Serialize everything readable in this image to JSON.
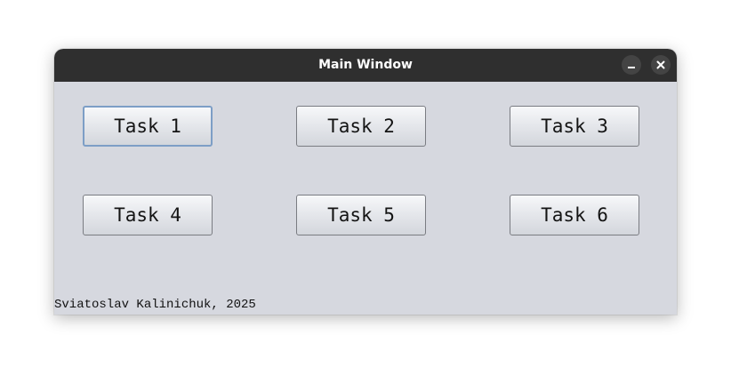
{
  "window": {
    "title": "Main Window",
    "controls": {
      "minimize_icon": "minimize-icon",
      "close_icon": "close-icon"
    }
  },
  "tasks": [
    {
      "label": "Task 1",
      "focused": true
    },
    {
      "label": "Task 2",
      "focused": false
    },
    {
      "label": "Task 3",
      "focused": false
    },
    {
      "label": "Task 4",
      "focused": false
    },
    {
      "label": "Task 5",
      "focused": false
    },
    {
      "label": "Task 6",
      "focused": false
    }
  ],
  "footer": {
    "text": "Sviatoslav Kalinichuk, 2025"
  },
  "colors": {
    "titlebar": "#2f2f2f",
    "background": "#d6d8df",
    "focus_ring": "#7d9ec6"
  }
}
